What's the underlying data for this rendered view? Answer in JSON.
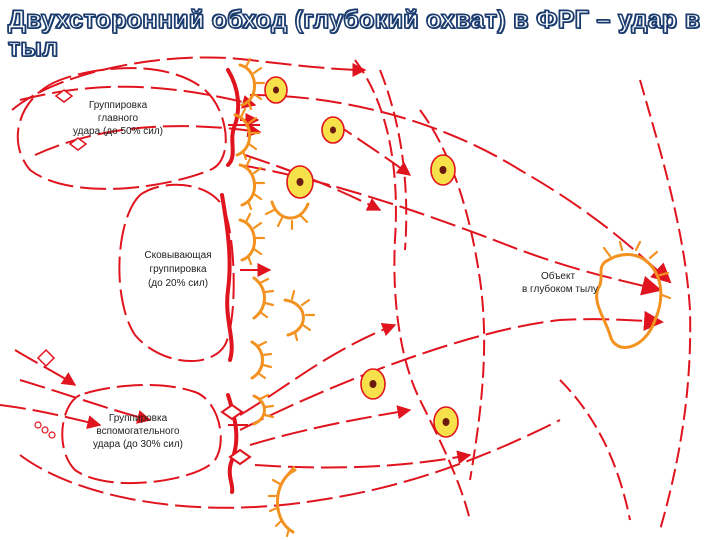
{
  "title": "Двухсторонний обход (глубокий охват) в ФРГ – удар в тыл",
  "labels": {
    "main_strike_group": [
      "Группировка",
      "главного",
      "удара (до 50% сил)"
    ],
    "pinning_group": [
      "Сковывающая",
      "группировка",
      "(до 20% сил)"
    ],
    "auxiliary_strike_group": [
      "Группировка",
      "вспомогательного",
      "удара (до 30% сил)"
    ],
    "deep_rear_target": [
      "Объект",
      "в глубоком тылу"
    ]
  },
  "colors": {
    "own_forces": "#e0141e",
    "enemy_defense": "#f39220",
    "enemy_unit_fill": "#f7e14a",
    "title_outline": "#1a3b6e"
  }
}
